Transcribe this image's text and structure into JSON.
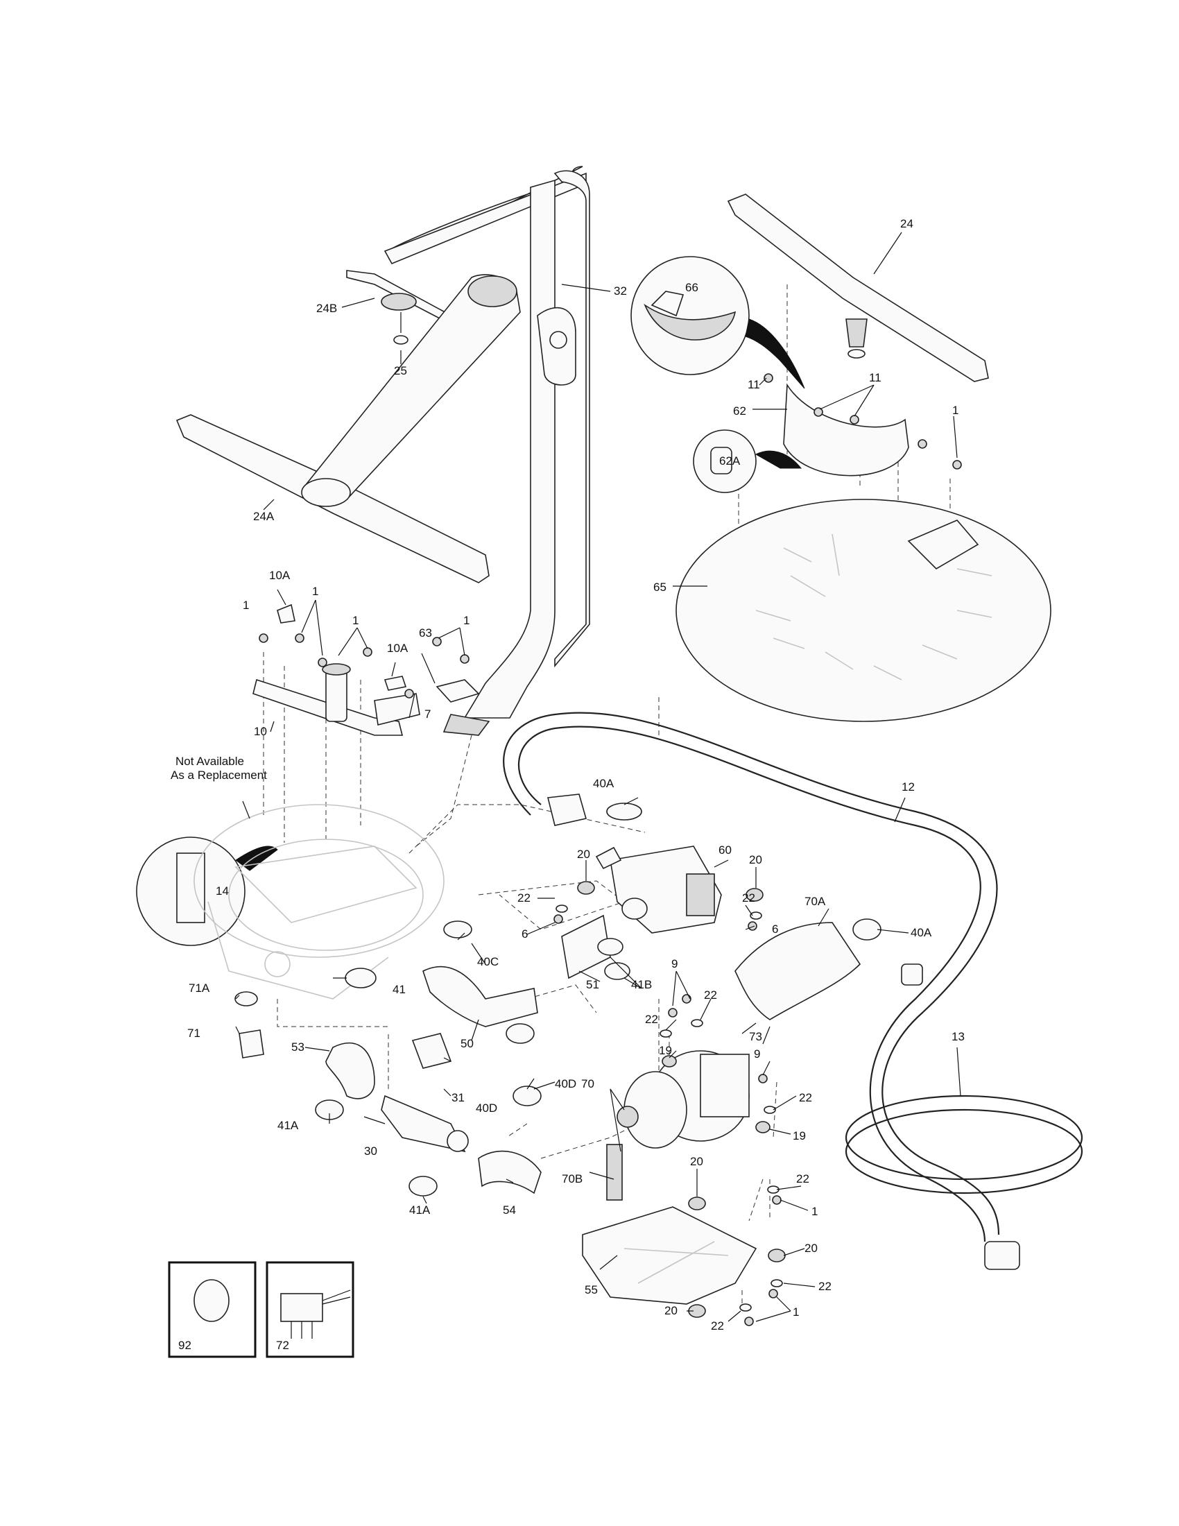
{
  "labels": {
    "l1": "1",
    "l6": "6",
    "l7": "7",
    "l9": "9",
    "l10": "10",
    "l10A": "10A",
    "l11": "11",
    "l12": "12",
    "l13": "13",
    "l14": "14",
    "l19": "19",
    "l20": "20",
    "l22": "22",
    "l24": "24",
    "l24A": "24A",
    "l24B": "24B",
    "l25": "25",
    "l30": "30",
    "l31": "31",
    "l32": "32",
    "l40A": "40A",
    "l40C": "40C",
    "l40D": "40D",
    "l41": "41",
    "l41A": "41A",
    "l41B": "41B",
    "l50": "50",
    "l51": "51",
    "l53": "53",
    "l54": "54",
    "l55": "55",
    "l60": "60",
    "l62": "62",
    "l62A": "62A",
    "l63": "63",
    "l65": "65",
    "l66": "66",
    "l70": "70",
    "l70A": "70A",
    "l70B": "70B",
    "l71": "71",
    "l71A": "71A",
    "l72": "72",
    "l73": "73",
    "l92": "92"
  },
  "note": {
    "line1": "Not Available",
    "line2": "As a Replacement"
  }
}
